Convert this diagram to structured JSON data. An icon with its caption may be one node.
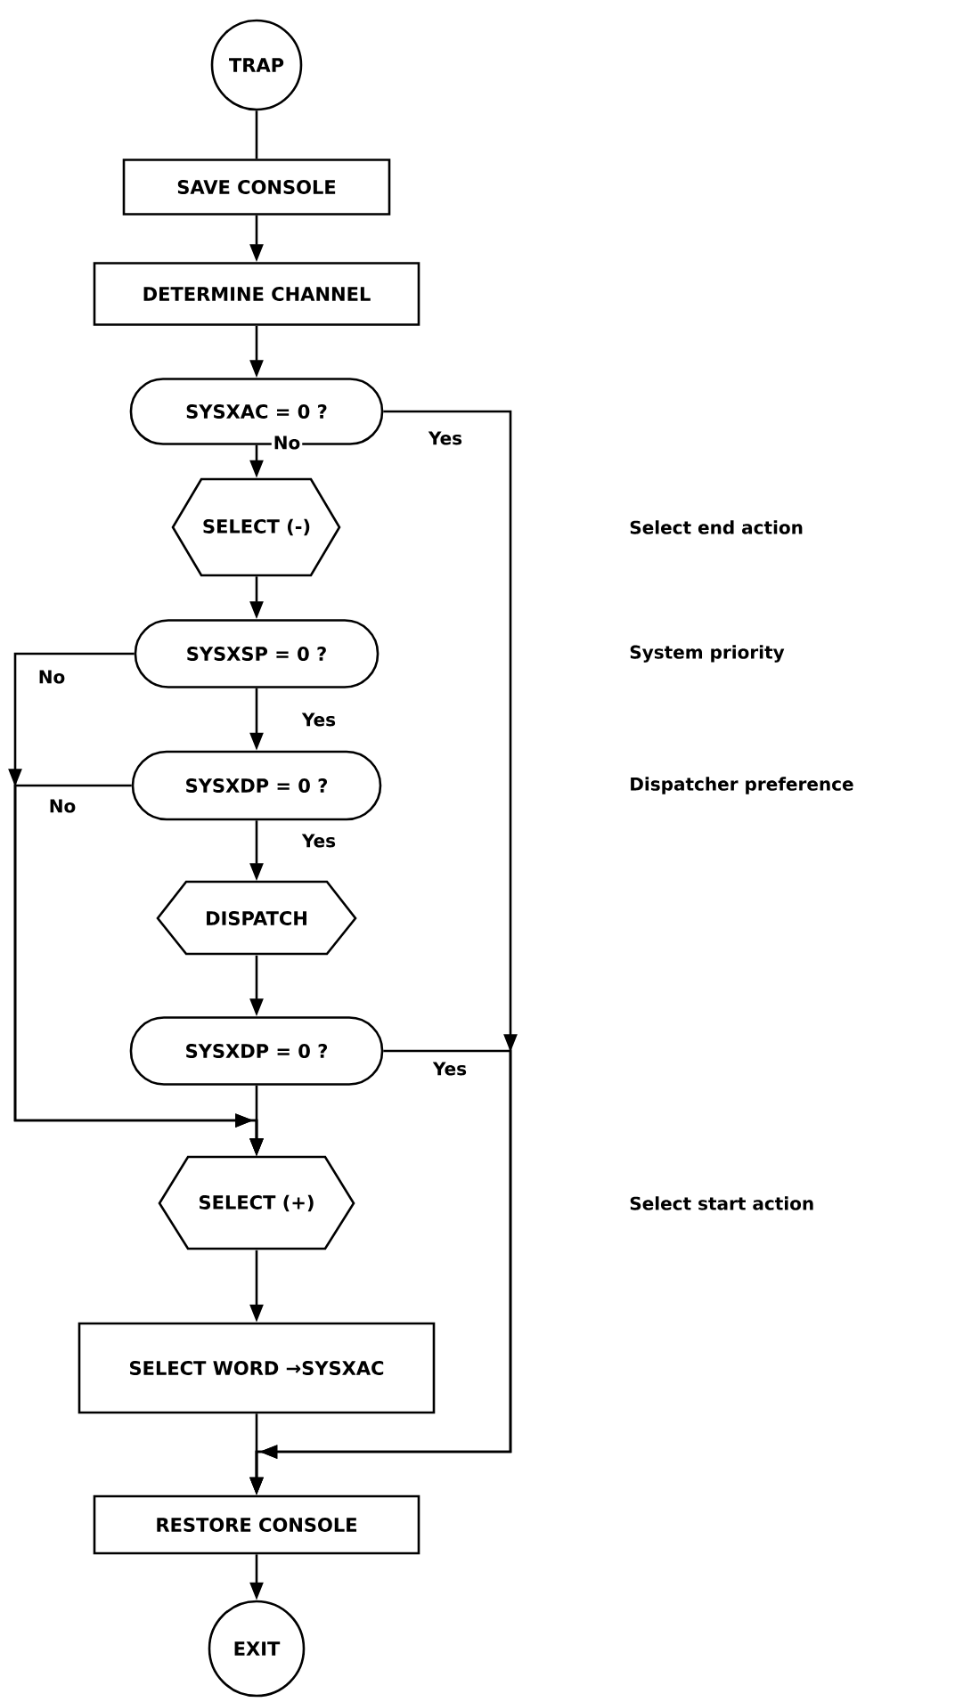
{
  "diagram": {
    "nodes": [
      {
        "text": [
          "TRAP"
        ]
      },
      {
        "text": [
          "SAVE CONSOLE"
        ]
      },
      {
        "text": [
          "DETERMINE CHANNEL"
        ]
      },
      {
        "text": [
          "SYSXAC = 0 ?"
        ]
      },
      {
        "text": [
          "SELECT (-)"
        ]
      },
      {
        "text": [
          "SYSXSP = 0 ?"
        ]
      },
      {
        "text": [
          "SYSXDP = 0 ?"
        ]
      },
      {
        "text": [
          "DISPATCH"
        ]
      },
      {
        "text": [
          "SYSXDP = 0 ?"
        ]
      },
      {
        "text": [
          "SELECT (+)"
        ]
      },
      {
        "text": [
          "SELECT WORD →SYSXAC"
        ]
      },
      {
        "text": [
          "RESTORE CONSOLE"
        ]
      },
      {
        "text": [
          "EXIT"
        ]
      }
    ],
    "edges": [
      {
        "from": 0,
        "to": 1,
        "arrow": "none"
      },
      {
        "from": 1,
        "to": 2,
        "arrow": "to"
      },
      {
        "from": 2,
        "to": 3,
        "arrow": "to"
      },
      {
        "from": 3,
        "to": 4,
        "arrow": "to",
        "label": "No"
      },
      {
        "from": 3,
        "to": 11,
        "arrow": "to",
        "label": "Yes"
      },
      {
        "from": 4,
        "to": 5,
        "arrow": "to"
      },
      {
        "from": 5,
        "to": 6,
        "arrow": "to",
        "label": "Yes"
      },
      {
        "from": 5,
        "to": 9,
        "arrow": "to",
        "label": "No"
      },
      {
        "from": 6,
        "to": 7,
        "arrow": "to",
        "label": "Yes"
      },
      {
        "from": 6,
        "to": 9,
        "arrow": "to",
        "label": "No"
      },
      {
        "from": 7,
        "to": 8,
        "arrow": "to"
      },
      {
        "from": 8,
        "to": 9,
        "arrow": "to"
      },
      {
        "from": 8,
        "to": 11,
        "arrow": "to",
        "label": "Yes"
      },
      {
        "from": 9,
        "to": 10,
        "arrow": "to"
      },
      {
        "from": 10,
        "to": 11,
        "arrow": "to"
      },
      {
        "from": 11,
        "to": 12,
        "arrow": "to"
      }
    ],
    "labels": [
      "Select end action",
      "System priority",
      "Dispatcher preference",
      "Select start action"
    ]
  }
}
